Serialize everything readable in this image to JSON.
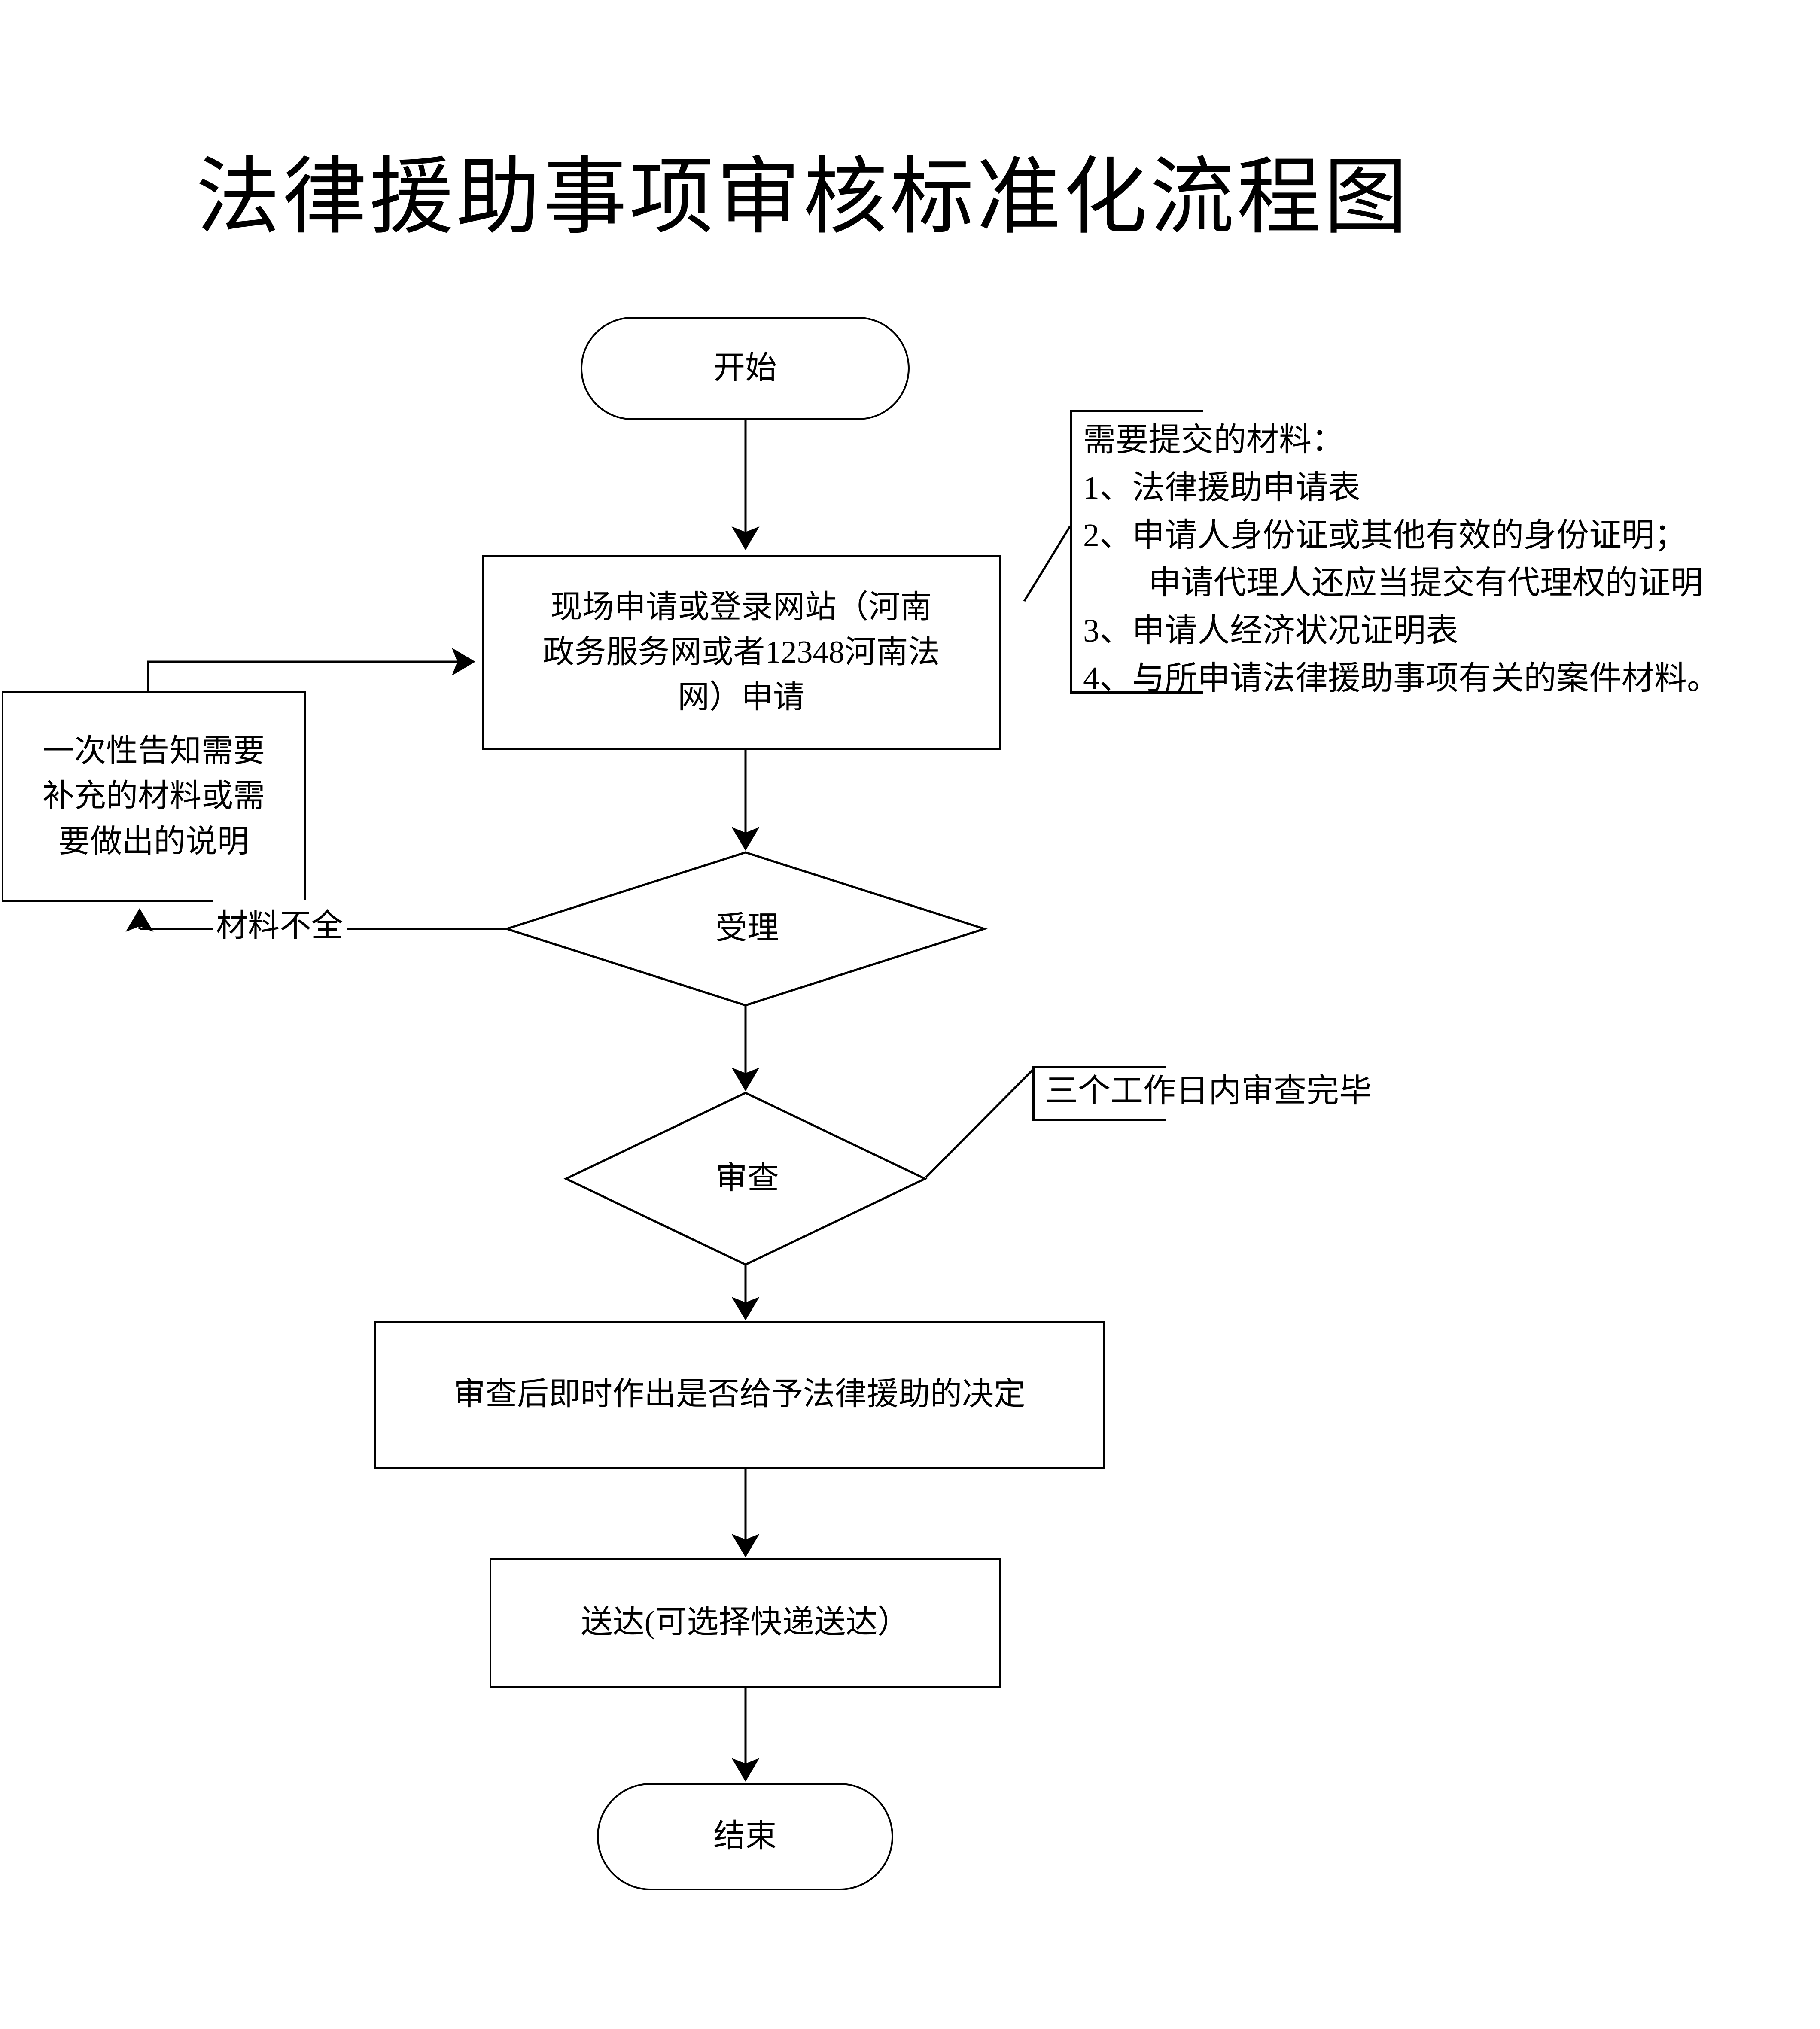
{
  "document": {
    "title": "法律援助事项审核标准化流程图",
    "background_color": "#ffffff",
    "line_color": "#000000"
  },
  "flowchart": {
    "type": "flowchart",
    "orientation": "top-to-bottom",
    "nodes": [
      {
        "id": "start",
        "shape": "terminator",
        "label": "开始"
      },
      {
        "id": "apply",
        "shape": "process",
        "label": "现场申请或登录网站（河南\n政务服务网或者12348河南法\n网）申请"
      },
      {
        "id": "notify",
        "shape": "process",
        "label": "一次性告知需要\n补充的材料或需\n要做出的说明"
      },
      {
        "id": "accept",
        "shape": "decision",
        "label": "受理"
      },
      {
        "id": "review",
        "shape": "decision",
        "label": "审查"
      },
      {
        "id": "decision",
        "shape": "process",
        "label": "审查后即时作出是否给予法律援助的决定"
      },
      {
        "id": "deliver",
        "shape": "process",
        "label": "送达(可选择快递送达）"
      },
      {
        "id": "end",
        "shape": "terminator",
        "label": "结束"
      }
    ],
    "edges": [
      {
        "from": "start",
        "to": "apply",
        "label": ""
      },
      {
        "from": "apply",
        "to": "accept",
        "label": ""
      },
      {
        "from": "accept",
        "to": "notify",
        "label": "材料不全"
      },
      {
        "from": "notify",
        "to": "apply",
        "label": ""
      },
      {
        "from": "accept",
        "to": "review",
        "label": ""
      },
      {
        "from": "review",
        "to": "decision",
        "label": ""
      },
      {
        "from": "decision",
        "to": "deliver",
        "label": ""
      },
      {
        "from": "deliver",
        "to": "end",
        "label": ""
      }
    ],
    "edge_labels": {
      "incomplete_materials": "材料不全"
    },
    "callouts": [
      {
        "id": "materials-note",
        "attached_to": "apply",
        "heading": "需要提交的材料：",
        "items": [
          "1、法律援助申请表",
          "2、申请人身份证或其他有效的身份证明；\n　　申请代理人还应当提交有代理权的证明",
          "3、申请人经济状况证明表",
          "4、与所申请法律援助事项有关的案件材料。"
        ],
        "text": "需要提交的材料：\n1、法律援助申请表\n2、申请人身份证或其他有效的身份证明；\n　　申请代理人还应当提交有代理权的证明\n3、申请人经济状况证明表\n4、与所申请法律援助事项有关的案件材料。"
      },
      {
        "id": "review-time-note",
        "attached_to": "review",
        "text": "三个工作日内审查完毕"
      }
    ]
  }
}
